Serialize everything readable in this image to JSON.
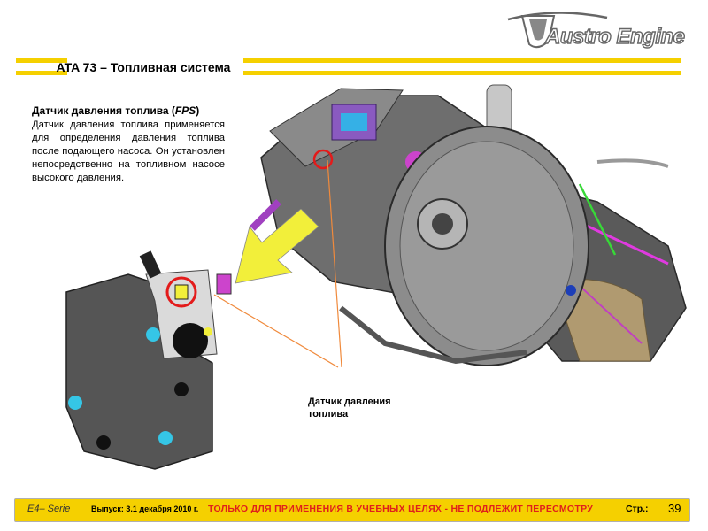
{
  "header": {
    "title": "ATA 73 – Топливная система",
    "logo_text": "Austro Engine"
  },
  "content": {
    "heading_main": "Датчик давления топлива (",
    "heading_abbr": "FPS",
    "heading_close": ")",
    "paragraph": "Датчик давления топлива применяется для определения давления топлива после подающего насоса. Он установлен непосредственно на топливном насосе высокого давления.",
    "callout_label": "Датчик давления топлива"
  },
  "footer": {
    "series": "E4– Serie",
    "issue": "Выпуск: 3.1 декабря 2010 г.",
    "warning": "ТОЛЬКО ДЛЯ ПРИМЕНЕНИЯ В УЧЕБНЫХ ЦЕЛЯХ - НЕ ПОДЛЕЖИТ ПЕРЕСМОТРУ",
    "page_label": "Стр.:",
    "page_number": "39"
  },
  "colors": {
    "accent_yellow": "#f5d000",
    "warning_red": "#e0201b",
    "highlight_red": "#e31b1b",
    "arrow_yellow": "#f2ef3a",
    "leader_orange": "#f08a3c"
  }
}
